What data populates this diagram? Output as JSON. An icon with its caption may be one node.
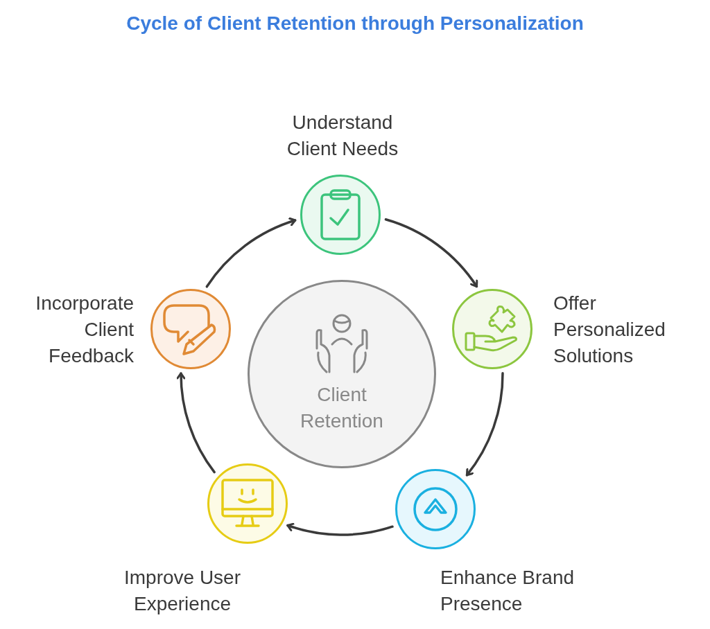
{
  "diagram": {
    "title": "Cycle of Client Retention through Personalization",
    "nodes": [
      {
        "text": [
          "Client Retention"
        ]
      },
      {
        "text": [
          "Understand Client Needs"
        ]
      },
      {
        "text": [
          "Offer Personalized Solutions"
        ]
      },
      {
        "text": [
          "Enhance Brand Presence"
        ]
      },
      {
        "text": [
          "Improve User Experience"
        ]
      },
      {
        "text": [
          "Incorporate Client Feedback"
        ]
      }
    ],
    "edges": [
      {
        "from": 1,
        "to": 2,
        "arrow": "to"
      },
      {
        "from": 2,
        "to": 3,
        "arrow": "to"
      },
      {
        "from": 3,
        "to": 4,
        "arrow": "to"
      },
      {
        "from": 4,
        "to": 5,
        "arrow": "to"
      },
      {
        "from": 5,
        "to": 1,
        "arrow": "to"
      }
    ]
  }
}
